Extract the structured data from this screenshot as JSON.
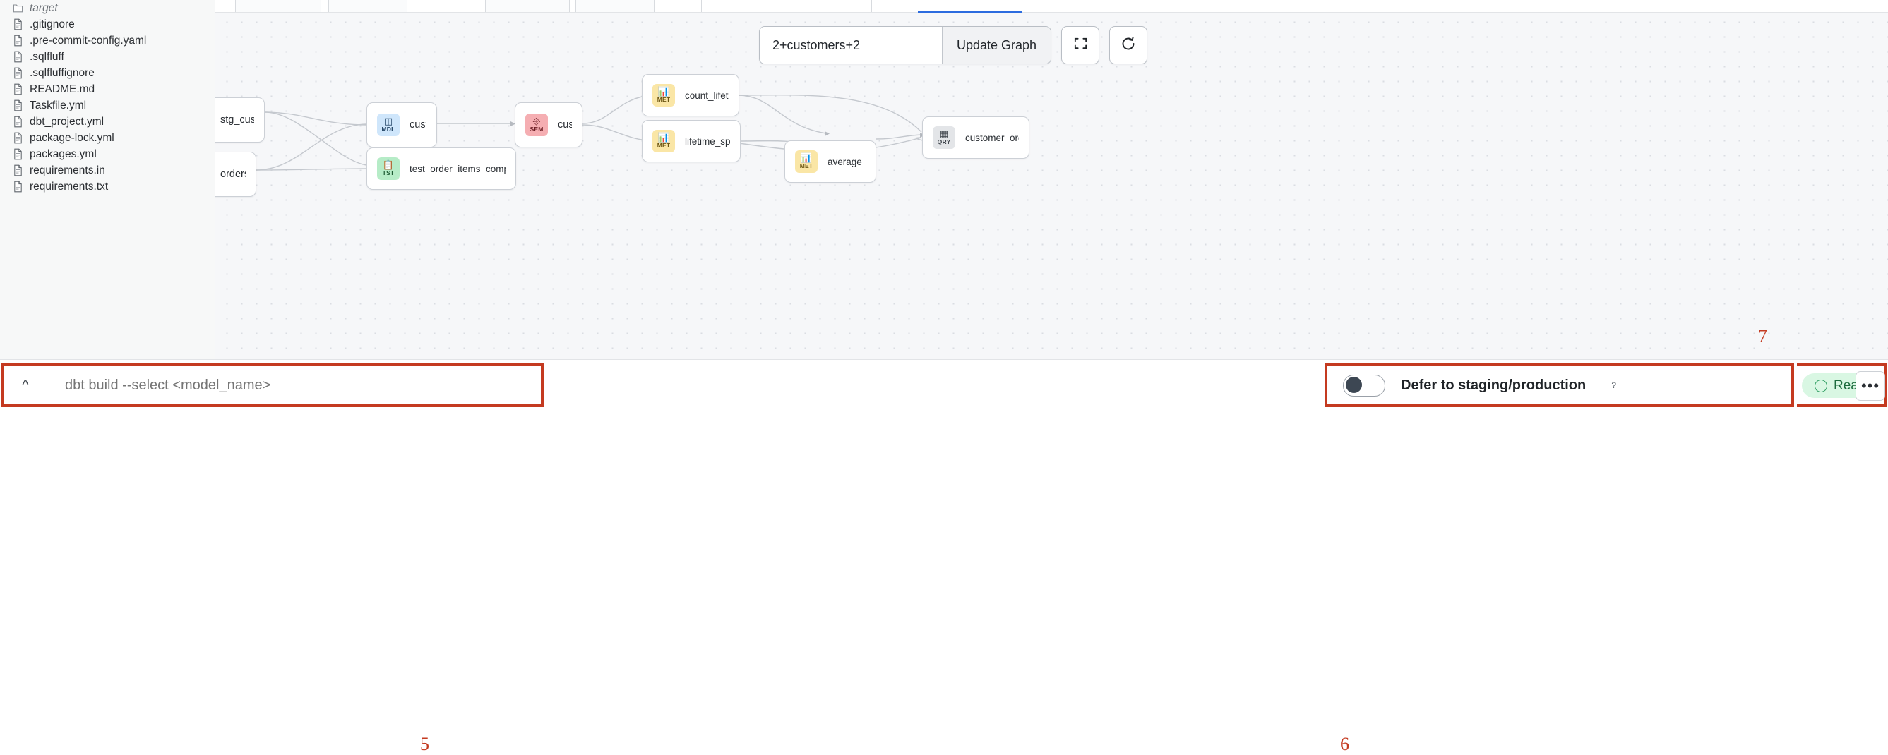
{
  "sidebar": {
    "files": [
      {
        "name": "target",
        "icon": "folder-icon",
        "type": "folder"
      },
      {
        "name": ".gitignore",
        "icon": "file-icon",
        "type": "file"
      },
      {
        "name": ".pre-commit-config.yaml",
        "icon": "file-icon",
        "type": "file"
      },
      {
        "name": ".sqlfluff",
        "icon": "file-icon",
        "type": "file"
      },
      {
        "name": ".sqlfluffignore",
        "icon": "file-icon",
        "type": "file"
      },
      {
        "name": "README.md",
        "icon": "file-icon",
        "type": "file"
      },
      {
        "name": "Taskfile.yml",
        "icon": "file-icon",
        "type": "file"
      },
      {
        "name": "dbt_project.yml",
        "icon": "file-icon",
        "type": "file"
      },
      {
        "name": "package-lock.yml",
        "icon": "file-icon",
        "type": "file"
      },
      {
        "name": "packages.yml",
        "icon": "file-icon",
        "type": "file"
      },
      {
        "name": "requirements.in",
        "icon": "file-icon",
        "type": "file"
      },
      {
        "name": "requirements.txt",
        "icon": "file-icon",
        "type": "file"
      }
    ]
  },
  "graph_toolbar": {
    "search_value": "2+customers+2",
    "search_placeholder": "",
    "update_label": "Update Graph",
    "fullscreen_icon": "fullscreen-icon",
    "refresh_icon": "refresh-icon"
  },
  "graph": {
    "nodes": [
      {
        "id": "stg_customers",
        "label": "stg_customers",
        "badge": "",
        "kind": "",
        "clipped": true
      },
      {
        "id": "orders",
        "label": "orders",
        "badge": "",
        "kind": "",
        "clipped": true
      },
      {
        "id": "customers_mdl",
        "label": "customers",
        "badge": "MDL",
        "kind": "model"
      },
      {
        "id": "test_order_items",
        "label": "test_order_items_compute_to_bools…",
        "badge": "TST",
        "kind": "test"
      },
      {
        "id": "customers_sem",
        "label": "customers",
        "badge": "SEM",
        "kind": "semantic"
      },
      {
        "id": "count_lifetime_orders",
        "label": "count_lifetime_orders",
        "badge": "MET",
        "kind": "metric"
      },
      {
        "id": "lifetime_spend_pretax",
        "label": "lifetime_spend_pretax",
        "badge": "MET",
        "kind": "metric"
      },
      {
        "id": "average_order_value",
        "label": "average_order_value",
        "badge": "MET",
        "kind": "metric"
      },
      {
        "id": "customer_order_metrics",
        "label": "customer_order_metrics",
        "badge": "QRY",
        "kind": "query"
      }
    ]
  },
  "bottom_bar": {
    "chevron_icon": "chevron-up-icon",
    "command_placeholder": "dbt build --select <model_name>",
    "command_value": "",
    "defer_label": "Defer to staging/production",
    "defer_help_icon": "help-circle-icon",
    "defer_on": false,
    "status_label": "Ready",
    "more_label": "•••"
  },
  "annotations": [
    {
      "number": "5"
    },
    {
      "number": "6"
    },
    {
      "number": "7"
    }
  ],
  "colors": {
    "annotation_red": "#c43a20",
    "model_blue": "#cfe6fb",
    "semantic_pink": "#f5aeb2",
    "metric_yellow": "#fae6a6",
    "test_green": "#b6ecc7",
    "query_gray": "#e3e5e8",
    "ready_green_bg": "#d9f7e3",
    "tab_accent": "#2d6cdf"
  }
}
